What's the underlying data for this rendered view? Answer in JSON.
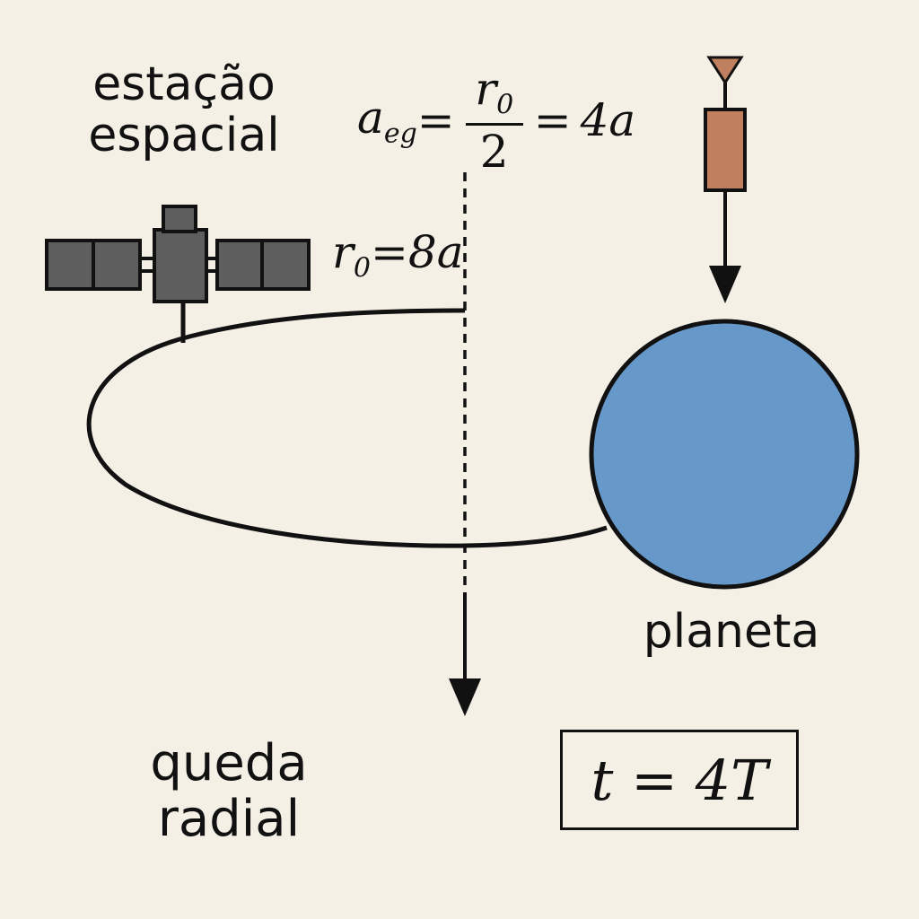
{
  "labels": {
    "station_line1": "estação",
    "station_line2": "espacial",
    "planet": "planeta",
    "fall_line1": "queda",
    "fall_line2": "radial"
  },
  "equations": {
    "radius": {
      "symbol": "r",
      "subscript": "0",
      "equals": "=",
      "value": "8a"
    },
    "acceleration": {
      "symbol": "a",
      "subscript": "eg",
      "equals": "=",
      "numerator": "r",
      "numerator_sub": "0",
      "denominator": "2",
      "equals2": "=",
      "value": "4a"
    },
    "time": "t = 4T"
  },
  "colors": {
    "background": "#f5f0e6",
    "planet_fill": "#6699c9",
    "probe_fill": "#c08060",
    "station_fill": "#5e5e5e",
    "stroke": "#111111"
  }
}
